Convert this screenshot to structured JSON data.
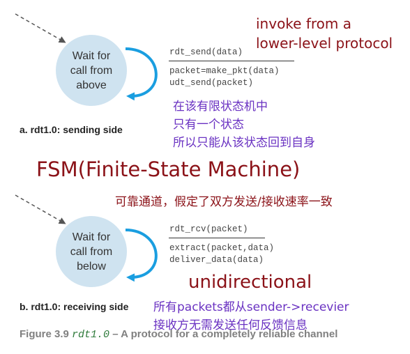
{
  "sender": {
    "state_label": "Wait for\ncall from\nabove",
    "event": "rdt_send(data)",
    "actions": [
      "packet=make_pkt(data)",
      "udt_send(packet)"
    ],
    "side_label": "a. rdt1.0: sending side",
    "note_invoke": [
      "invoke from a",
      "lower-level protocol"
    ],
    "note_states": [
      "在该有限状态机中",
      "只有一个状态",
      "所以只能从该状态回到自身"
    ]
  },
  "fsm_title": "FSM(Finite-State Machine)",
  "channel_note": "可靠通道，假定了双方发送/接收速率一致",
  "receiver": {
    "state_label": "Wait for\ncall from\nbelow",
    "event": "rdt_rcv(packet)",
    "actions": [
      "extract(packet,data)",
      "deliver_data(data)"
    ],
    "side_label": "b. rdt1.0: receiving side",
    "note_direction": "unidirectional",
    "note_flow": [
      "所有packets都从sender->recevier",
      "接收方无需发送任何反馈信息"
    ]
  },
  "caption": {
    "prefix": "Figure 3.9",
    "code": "rdt1.0",
    "suffix": "– A protocol for a completely reliable channel"
  }
}
